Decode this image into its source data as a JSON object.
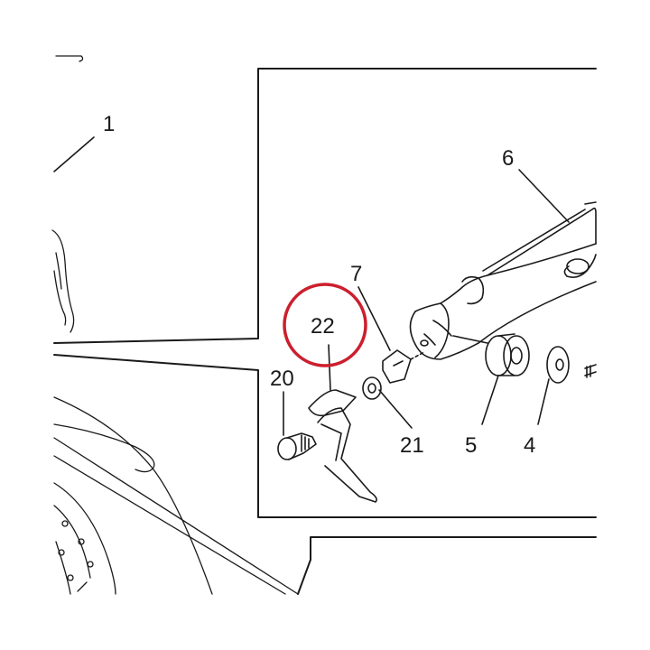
{
  "callouts": [
    {
      "id": "1",
      "text": "1"
    },
    {
      "id": "6",
      "text": "6"
    },
    {
      "id": "7",
      "text": "7"
    },
    {
      "id": "22",
      "text": "22"
    },
    {
      "id": "20",
      "text": "20"
    },
    {
      "id": "21",
      "text": "21"
    },
    {
      "id": "5",
      "text": "5"
    },
    {
      "id": "4",
      "text": "4"
    }
  ],
  "highlight": {
    "callout": "22",
    "color": "#cc1f2d"
  },
  "colors": {
    "line": "#1a1a1a",
    "background": "#ffffff"
  }
}
